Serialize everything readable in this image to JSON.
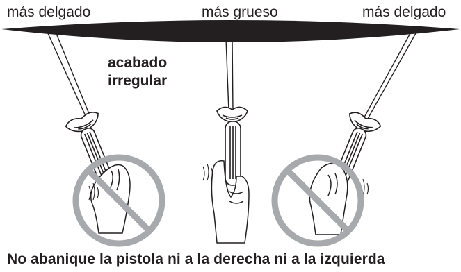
{
  "labels": {
    "left_thickness": "más delgado",
    "center_thickness": "más grueso",
    "right_thickness": "más delgado",
    "finish_line1": "acabado",
    "finish_line2": "irregular",
    "caption": "No abanique la pistola ni a la derecha ni a la izquierda"
  },
  "colors": {
    "ink": "#231f20",
    "prohibition": "#a7a9ac"
  },
  "icons": [
    "spray-gun-icon",
    "hand-icon",
    "prohibition-icon",
    "motion-lines-icon"
  ]
}
